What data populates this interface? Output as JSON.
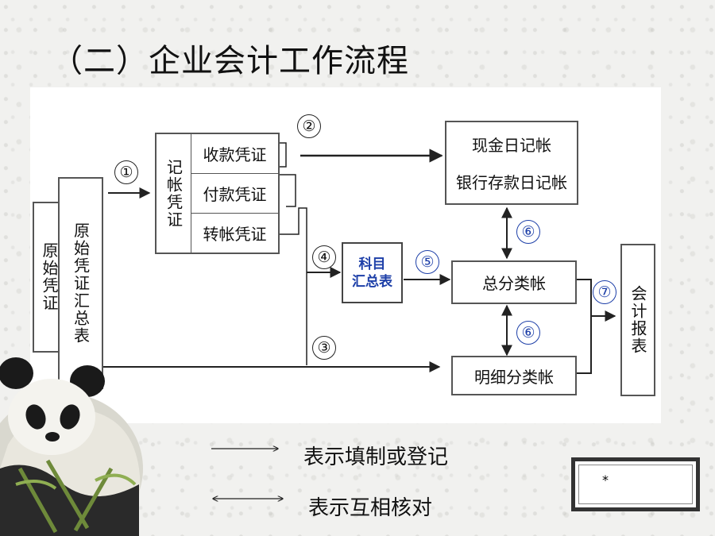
{
  "title": "（二）企业会计工作流程",
  "boxes": {
    "original_voucher": "原始凭证",
    "original_voucher_summary": "原始凭证汇总表",
    "bookkeeping_voucher": "记帐凭证",
    "receipt_voucher": "收款凭证",
    "payment_voucher": "付款凭证",
    "transfer_voucher": "转帐凭证",
    "cash_journal": "现金日记帐",
    "bank_journal": "银行存款日记帐",
    "account_summary_line1": "科目",
    "account_summary_line2": "汇总表",
    "general_ledger": "总分类帐",
    "subsidiary_ledger": "明细分类帐",
    "accounting_report": "会计报表"
  },
  "steps": [
    "①",
    "②",
    "③",
    "④",
    "⑤",
    "⑥",
    "⑥",
    "⑦"
  ],
  "legend": {
    "fill_label": "表示填制或登记",
    "check_label": "表示互相核对"
  },
  "nav": {
    "label": "*"
  },
  "colors": {
    "accent": "#1d3fa8",
    "line": "#222222",
    "box_border": "#555555"
  }
}
